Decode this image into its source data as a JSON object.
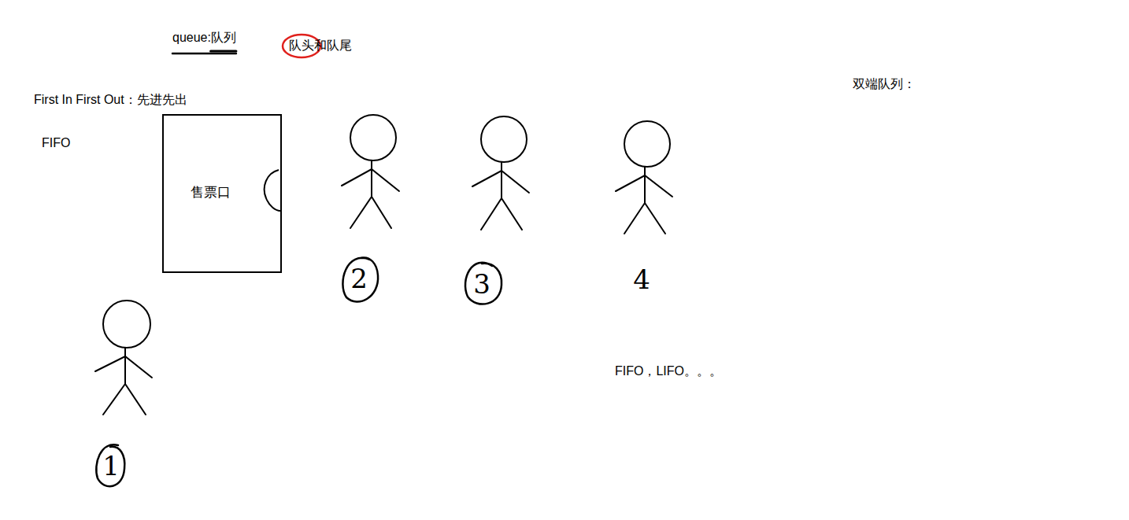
{
  "diagram": {
    "nodes": [
      {
        "text": [
          "售票口"
        ]
      }
    ],
    "edges": [],
    "labels": [
      "queue:队列",
      "队头和队尾",
      "双端队列：",
      "First In First Out：先进先出",
      "FIFO",
      "2",
      "3",
      "4",
      "FIFO，LIFO。。。",
      "1"
    ]
  }
}
